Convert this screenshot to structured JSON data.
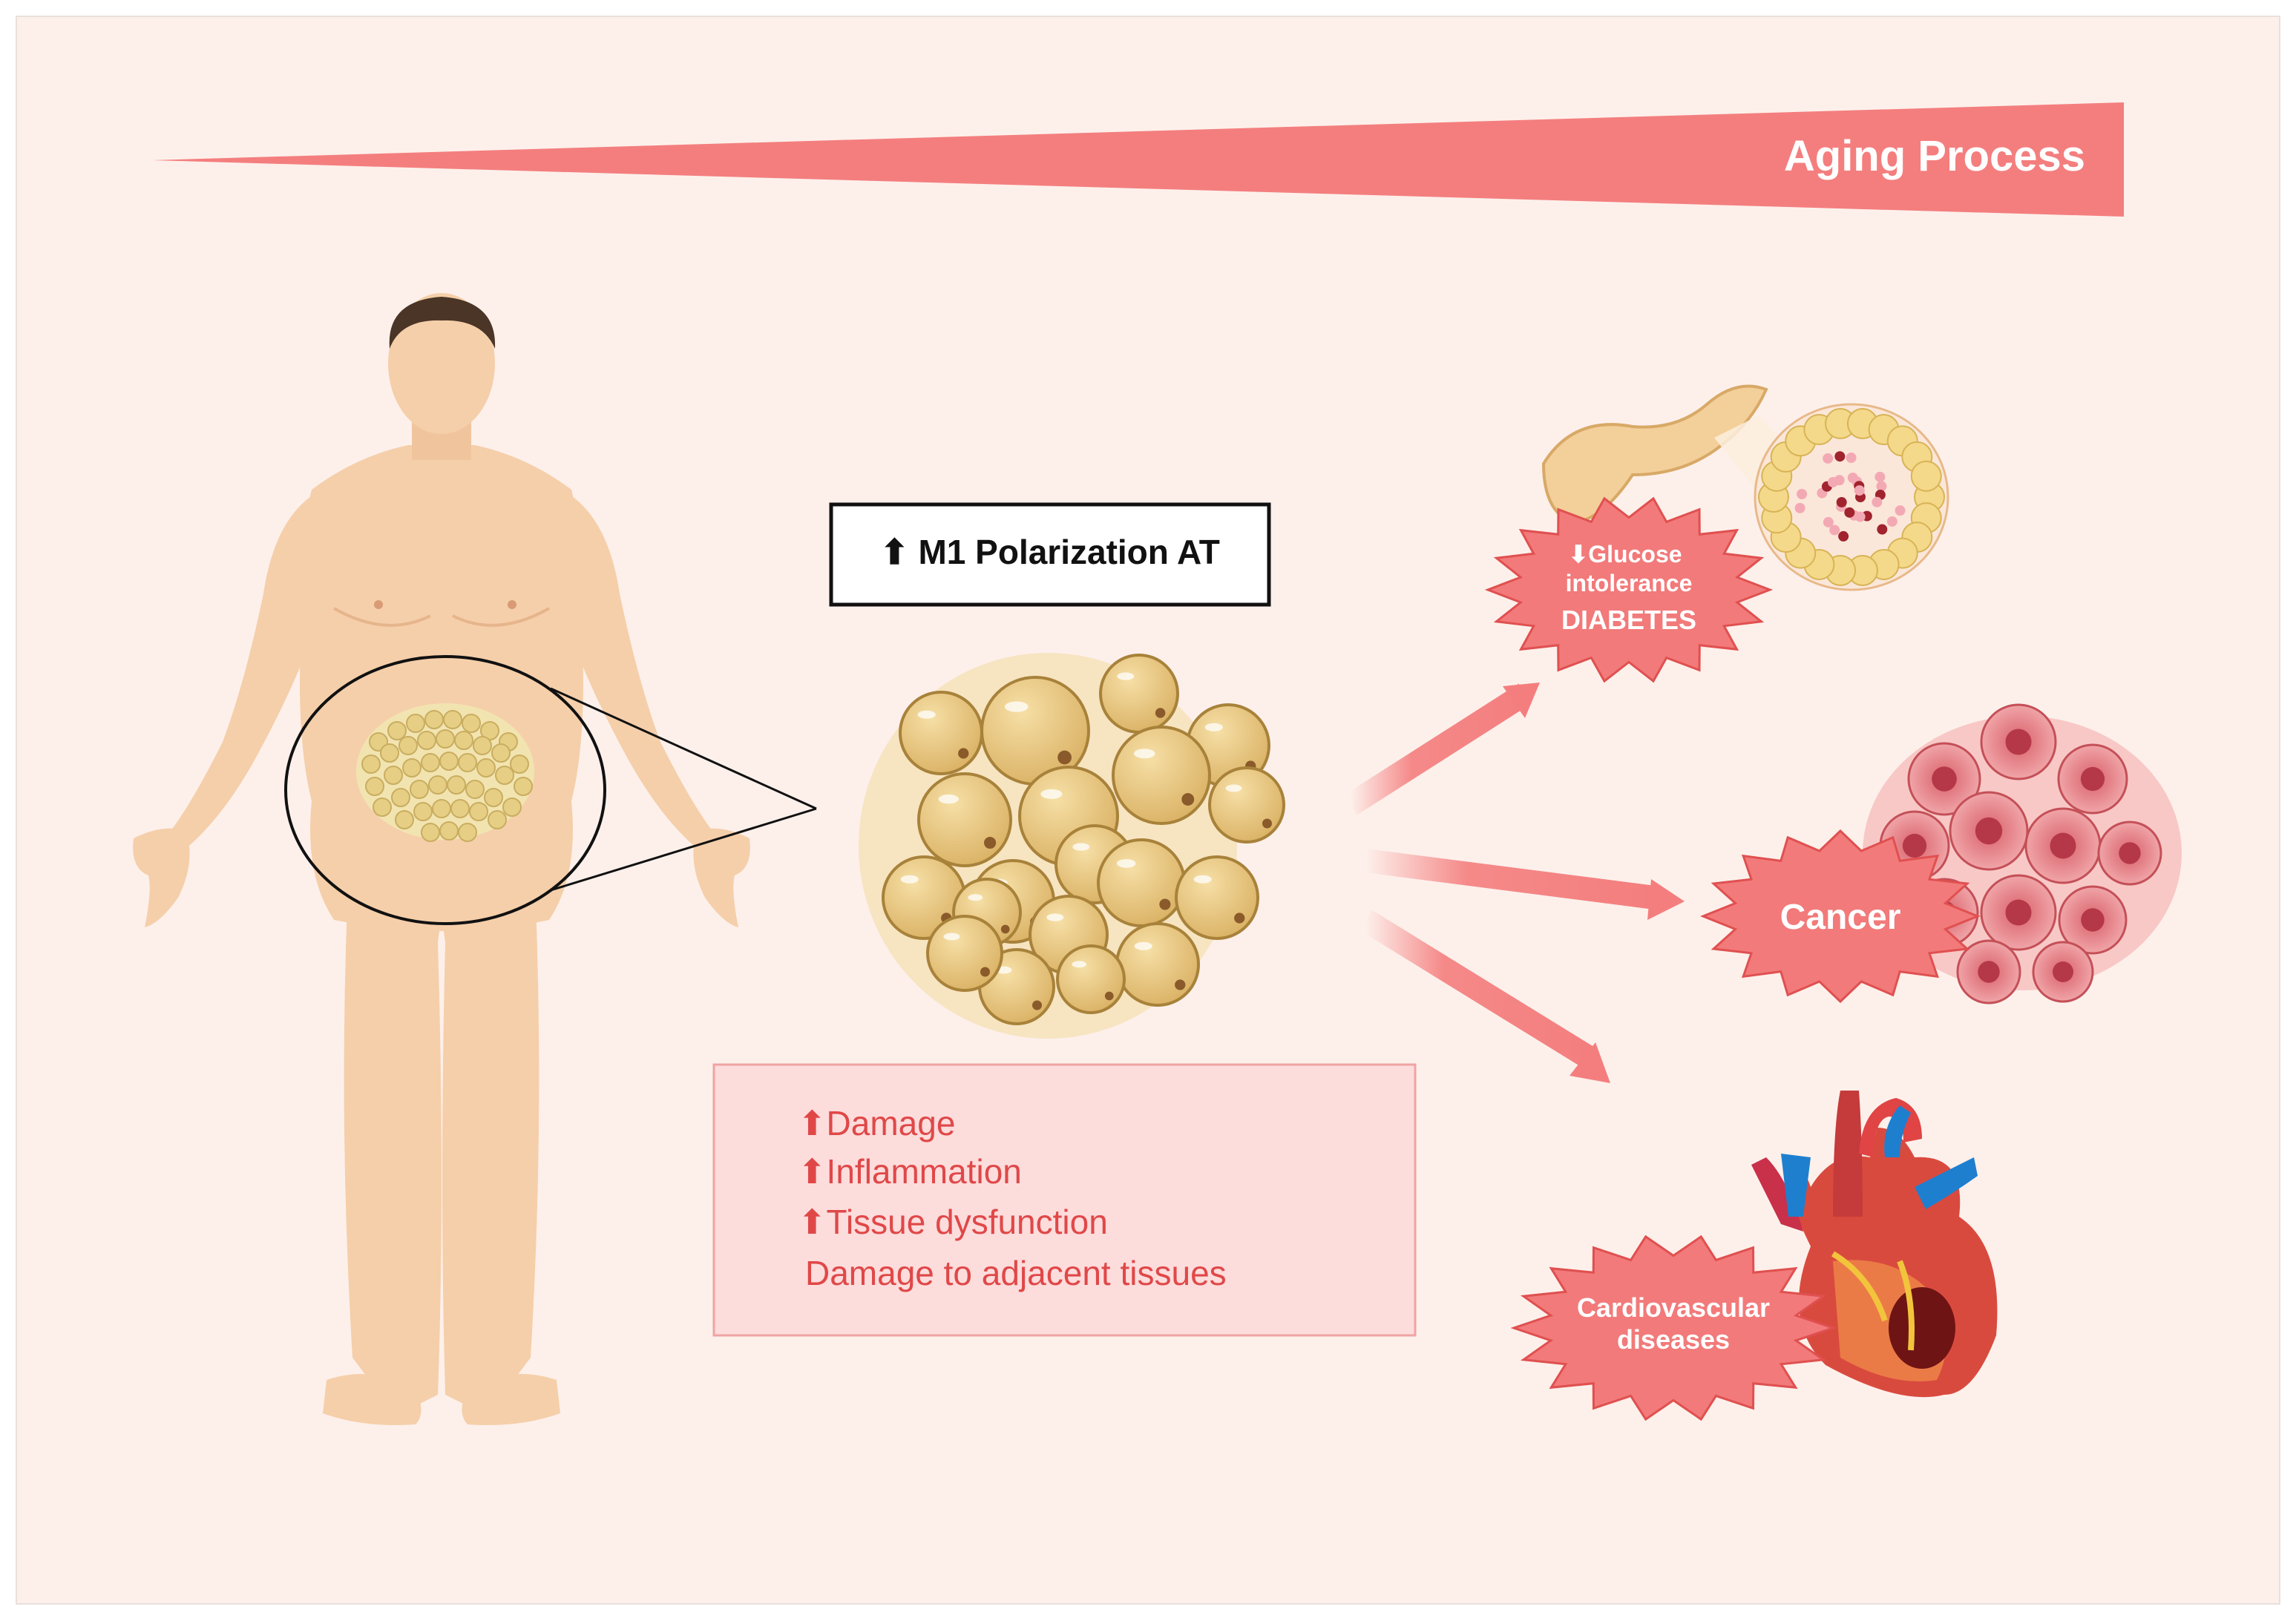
{
  "colors": {
    "page_background": "#fdf0eb",
    "aging_wedge": "#f47e7e",
    "skin": "#f5cfaa",
    "hair": "#4a3526",
    "adipocyte": "#e6c27a",
    "effects_box_fill": "#fddcdc",
    "effects_text": "#e04848",
    "starburst_fill": "#f27a7a",
    "arrow": "#f47e7e"
  },
  "aging_banner": {
    "label": "Aging Process"
  },
  "m1_box": {
    "label": "⬆ M1 Polarization AT"
  },
  "effects_box": {
    "items": [
      {
        "arrow": "⬆",
        "text": "Damage"
      },
      {
        "arrow": "⬆",
        "text": "Inflammation"
      },
      {
        "arrow": "⬆",
        "text": "Tissue dysfunction"
      },
      {
        "arrow": "",
        "text": "Damage to adjacent tissues"
      }
    ]
  },
  "outcomes": {
    "diabetes": {
      "line1": "⬇Glucose",
      "line2": "intolerance",
      "line3": "DIABETES",
      "icon": "pancreas-icon"
    },
    "cancer": {
      "label": "Cancer",
      "icon": "tumor-cells-icon"
    },
    "cardio": {
      "line1": "Cardiovascular",
      "line2": "diseases",
      "icon": "heart-icon"
    }
  }
}
